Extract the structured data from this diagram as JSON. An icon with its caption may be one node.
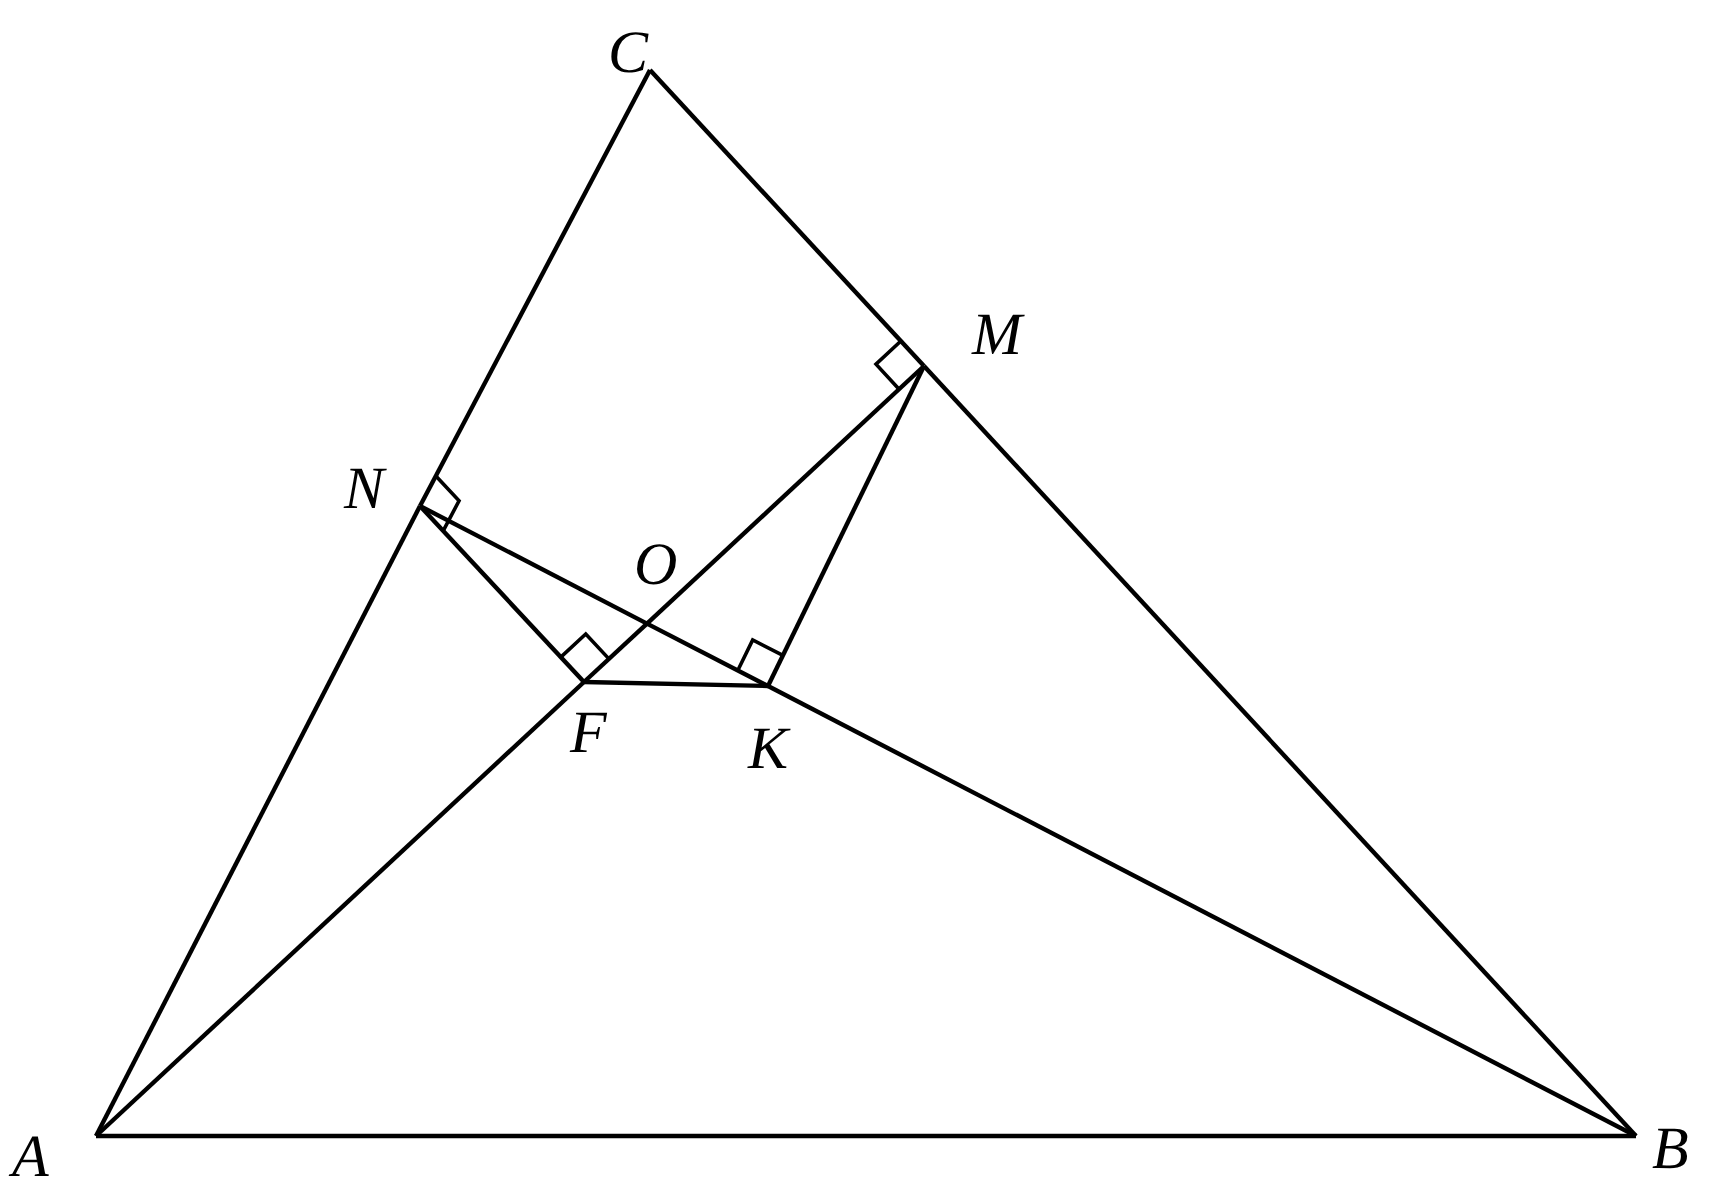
{
  "diagram": {
    "nodes": [
      {
        "text": [
          "C"
        ]
      },
      {
        "text": [
          "M"
        ]
      },
      {
        "text": [
          "N"
        ]
      },
      {
        "text": [
          "O"
        ]
      },
      {
        "text": [
          "F"
        ]
      },
      {
        "text": [
          "K"
        ]
      },
      {
        "text": [
          "A"
        ]
      },
      {
        "text": [
          "B"
        ]
      }
    ],
    "edges": [
      {
        "from": 6,
        "to": 2,
        "arrow": "none"
      },
      {
        "from": 2,
        "to": 0,
        "arrow": "none"
      },
      {
        "from": 0,
        "to": 1,
        "arrow": "none"
      },
      {
        "from": 1,
        "to": 7,
        "arrow": "none"
      },
      {
        "from": 6,
        "to": 7,
        "arrow": "none"
      },
      {
        "from": 6,
        "to": 4,
        "arrow": "none"
      },
      {
        "from": 4,
        "to": 3,
        "arrow": "none"
      },
      {
        "from": 3,
        "to": 1,
        "arrow": "none"
      },
      {
        "from": 2,
        "to": 3,
        "arrow": "none"
      },
      {
        "from": 3,
        "to": 5,
        "arrow": "none"
      },
      {
        "from": 5,
        "to": 7,
        "arrow": "none"
      },
      {
        "from": 2,
        "to": 4,
        "arrow": "none"
      },
      {
        "from": 1,
        "to": 5,
        "arrow": "none"
      },
      {
        "from": 4,
        "to": 5,
        "arrow": "none"
      }
    ]
  }
}
